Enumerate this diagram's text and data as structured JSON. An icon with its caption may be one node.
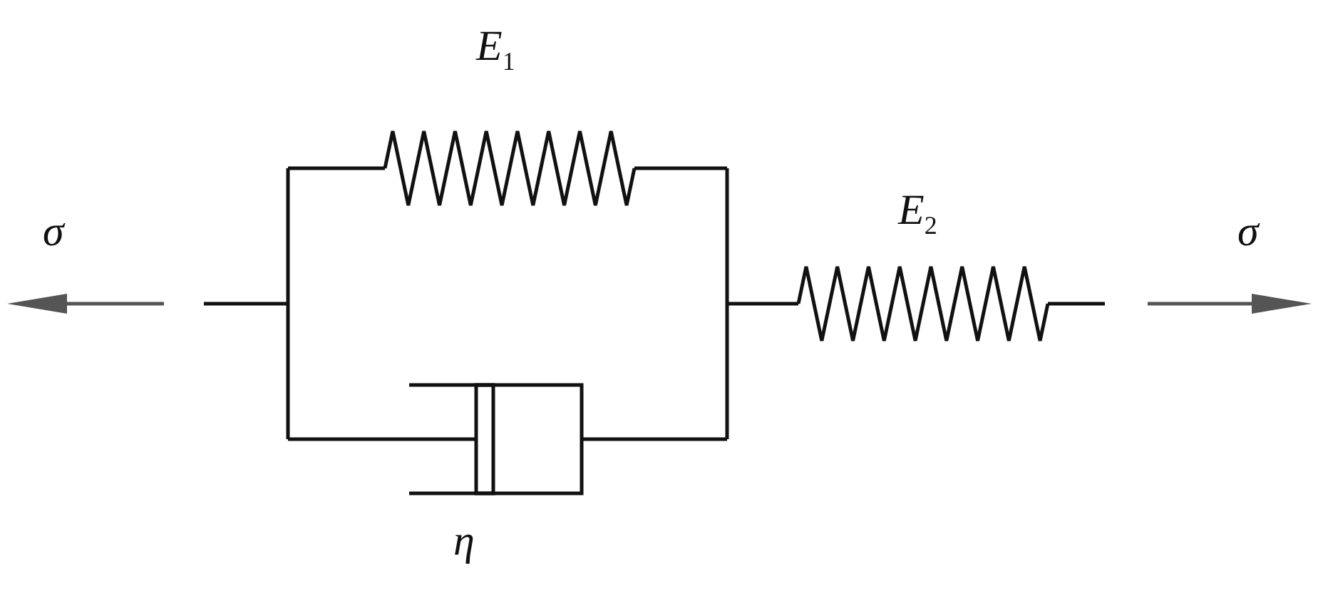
{
  "diagram": {
    "labels": [
      "E$_{1}$",
      "σ",
      "E$_{2}$",
      "σ",
      "η"
    ]
  }
}
